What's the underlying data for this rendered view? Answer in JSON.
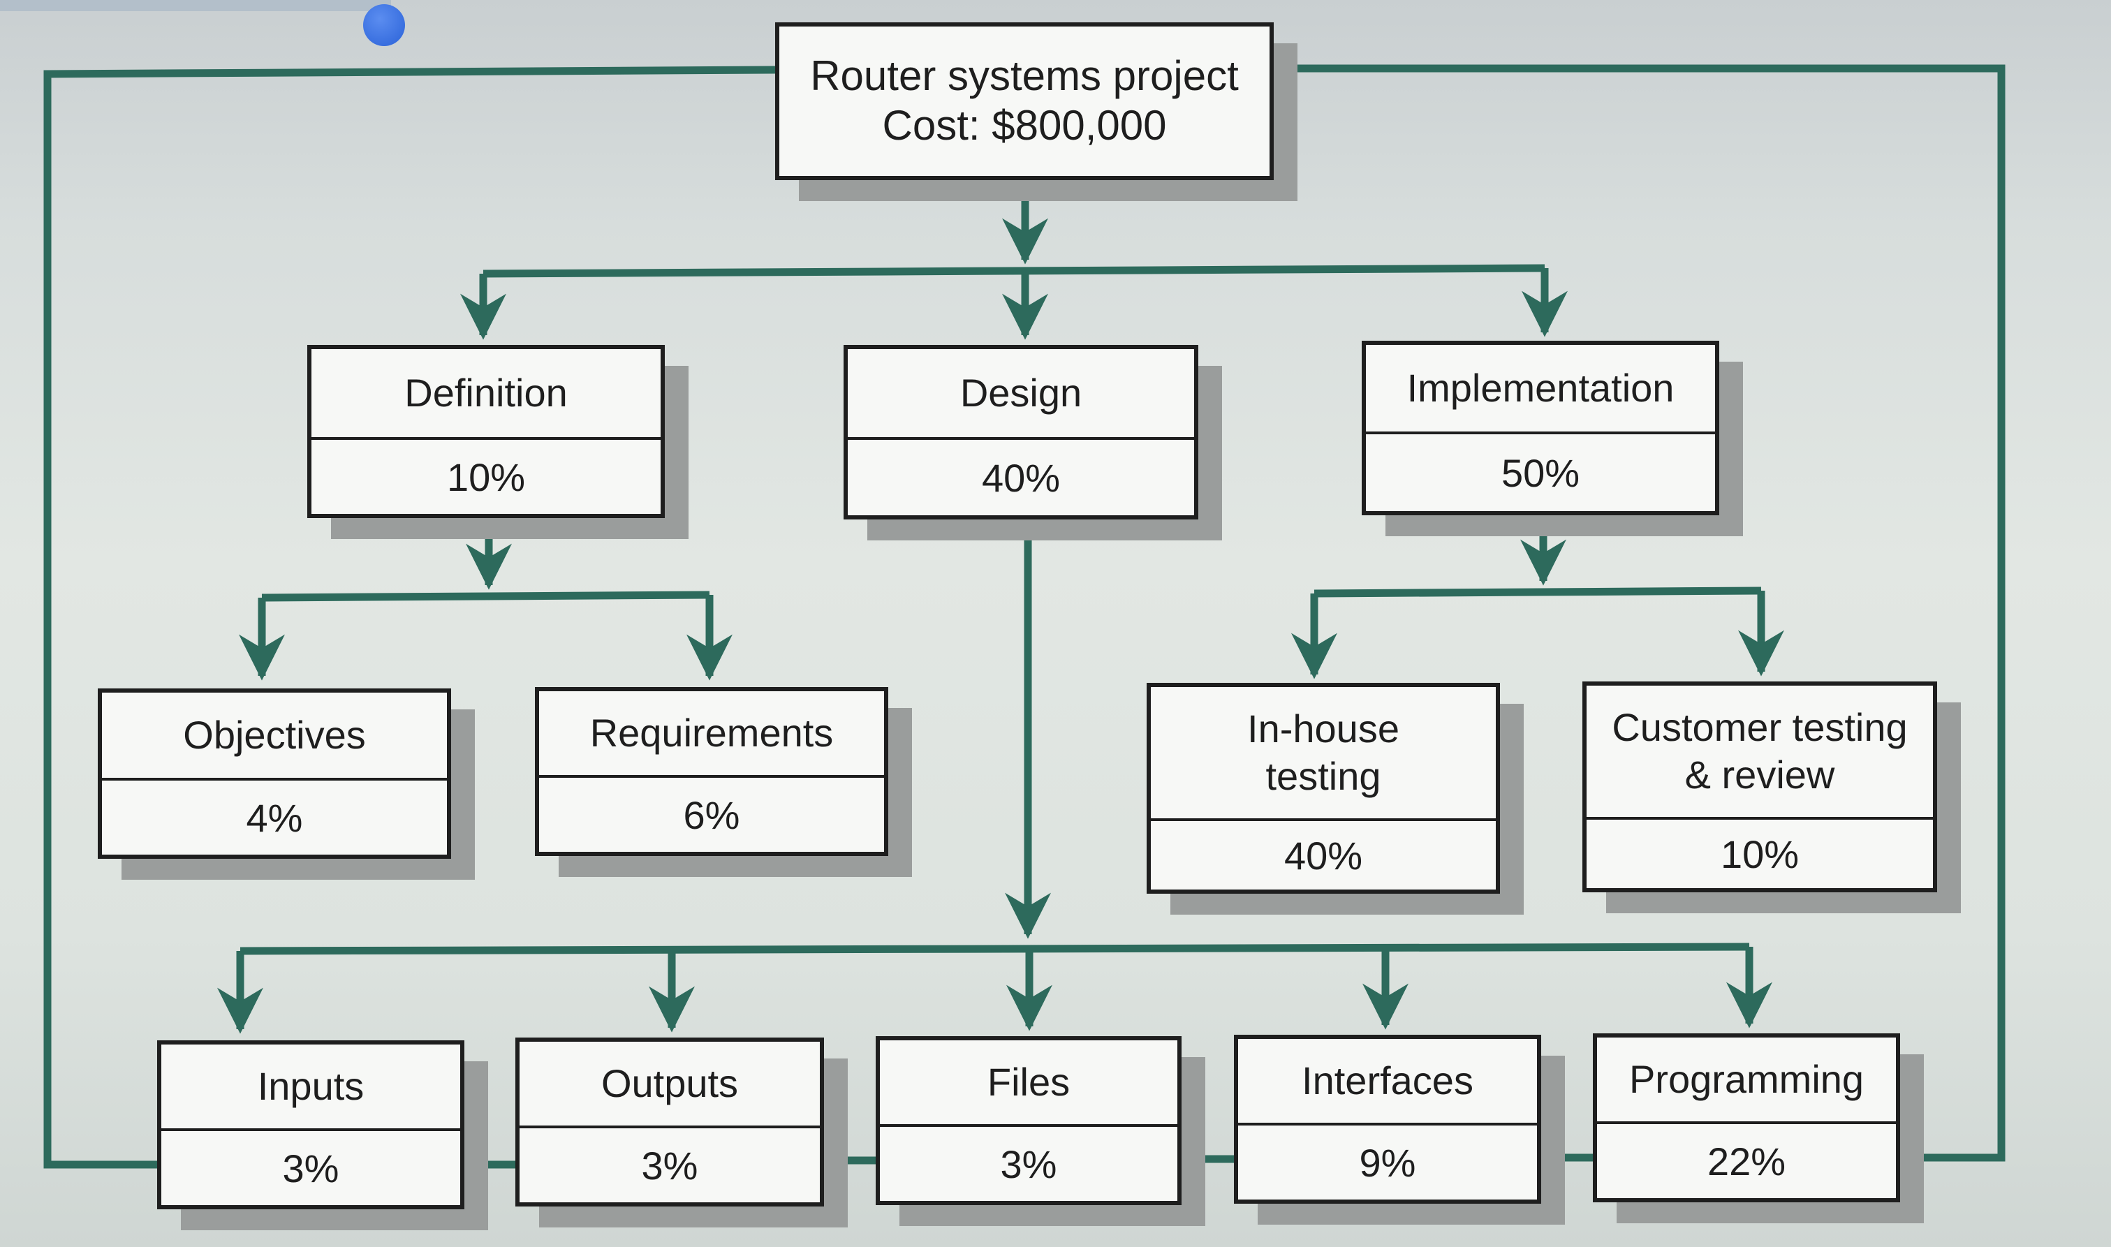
{
  "root": {
    "title": "Router systems project",
    "cost": "Cost: $800,000"
  },
  "level1": [
    {
      "name": "Definition",
      "pct": "10%"
    },
    {
      "name": "Design",
      "pct": "40%"
    },
    {
      "name": "Implementation",
      "pct": "50%"
    }
  ],
  "definition_children": [
    {
      "name": "Objectives",
      "pct": "4%"
    },
    {
      "name": "Requirements",
      "pct": "6%"
    }
  ],
  "implementation_children": [
    {
      "name": "In-house\ntesting",
      "pct": "40%"
    },
    {
      "name": "Customer testing\n& review",
      "pct": "10%"
    }
  ],
  "design_children": [
    {
      "name": "Inputs",
      "pct": "3%"
    },
    {
      "name": "Outputs",
      "pct": "3%"
    },
    {
      "name": "Files",
      "pct": "3%"
    },
    {
      "name": "Interfaces",
      "pct": "9%"
    },
    {
      "name": "Programming",
      "pct": "22%"
    }
  ],
  "colors": {
    "connector": "#2d6a5c",
    "box_border": "#1e1e1e",
    "box_fill": "#f7f8f6",
    "shadow": "#9a9d9c"
  }
}
